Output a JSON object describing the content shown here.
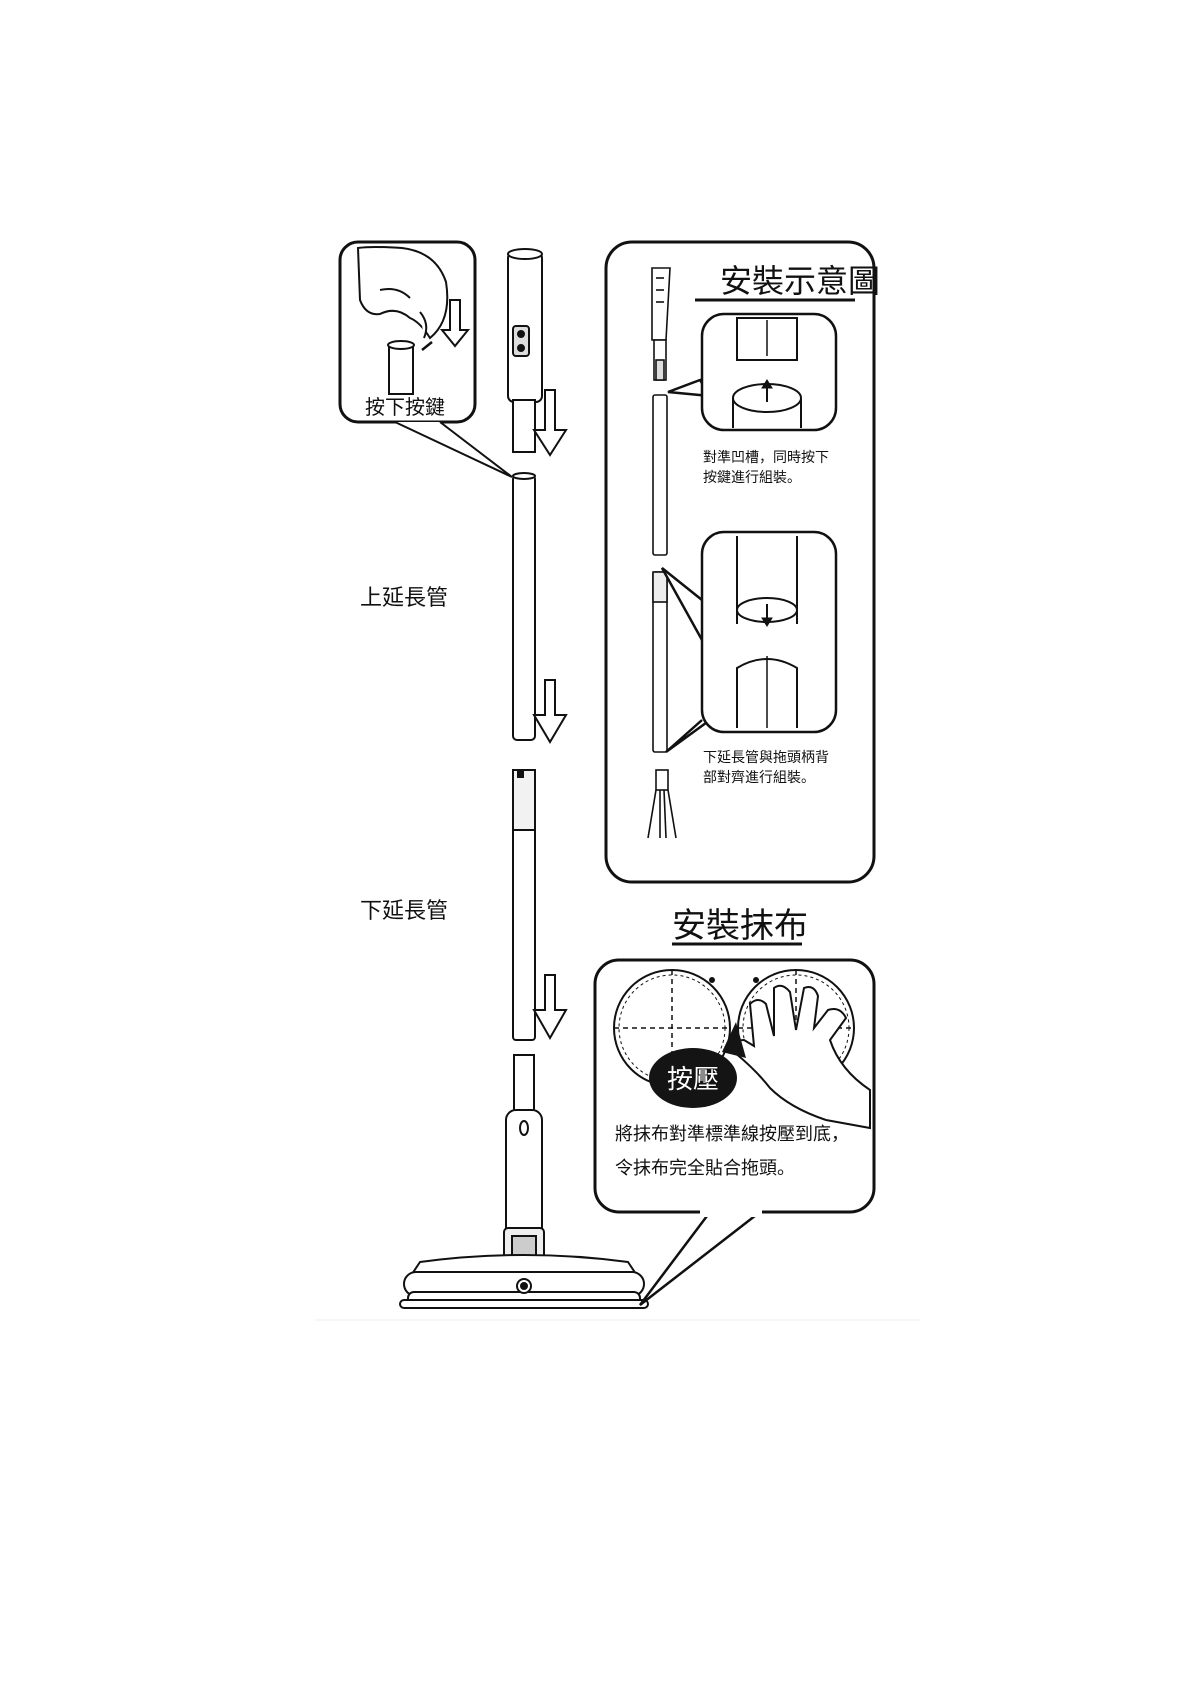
{
  "colors": {
    "ink": "#111111",
    "panel_bg": "#ffffff",
    "pill": "#141414",
    "pill_text": "#ffffff"
  },
  "callout_button": {
    "label": "按下按鍵"
  },
  "tubes": {
    "upper_label": "上延長管",
    "lower_label": "下延長管"
  },
  "install_diagram": {
    "title": "安裝示意圖",
    "step1_line1": "對準凹槽，同時按下",
    "step1_line2": "按鍵進行組裝。",
    "step2_line1": "下延長管與拖頭柄背",
    "step2_line2": "部對齊進行組裝。"
  },
  "install_cloth": {
    "title": "安裝抹布",
    "press_label": "按壓",
    "line1": "將抹布對準標準線按壓到底，",
    "line2": "令抹布完全貼合拖頭。"
  }
}
